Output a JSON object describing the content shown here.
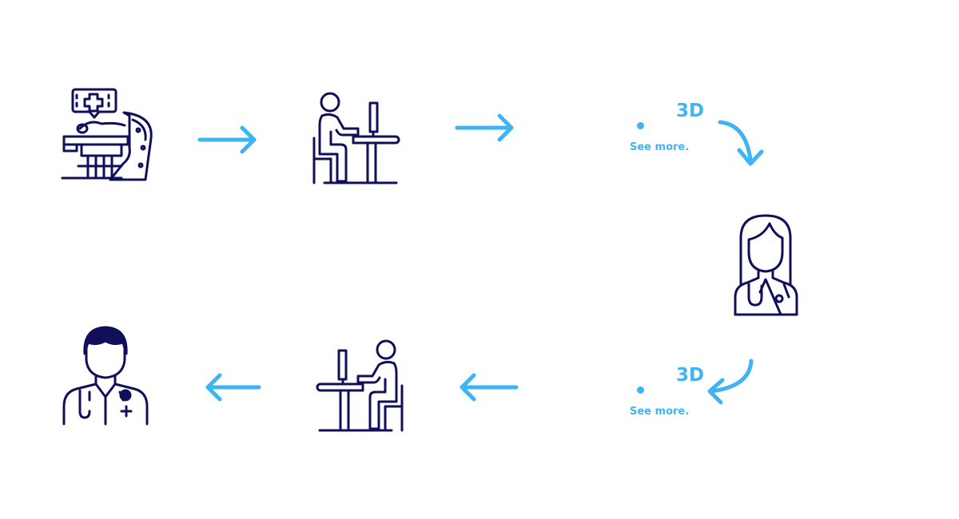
{
  "colors": {
    "navy": "#10105a",
    "accent": "#3db5f5"
  },
  "nodes": {
    "scan_3d_top": {
      "label": "3D",
      "link": "See more."
    },
    "scan_3d_bottom": {
      "label": "3D",
      "link": "See more."
    }
  },
  "icons": {
    "scanner": "ct-scanner-icon",
    "workstation_1": "person-at-computer-icon",
    "female_doctor": "female-doctor-icon",
    "workstation_2": "person-at-computer-icon",
    "male_doctor": "male-doctor-icon"
  }
}
